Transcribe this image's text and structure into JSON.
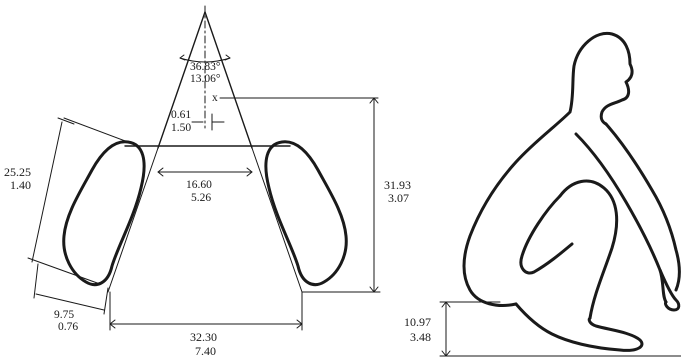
{
  "footprint_diagram": {
    "apex_angle": {
      "value": "36.83°",
      "sd": "13.06°"
    },
    "heel_offset": {
      "value": "0.61",
      "sd": "1.50"
    },
    "x_marker": "x",
    "heel_separation": {
      "value": "16.60",
      "sd": "5.26"
    },
    "foot_length": {
      "value": "25.25",
      "sd": "1.40"
    },
    "overall_length": {
      "value": "31.93",
      "sd": "3.07"
    },
    "foot_width": {
      "value": "9.75",
      "sd": "0.76"
    },
    "toe_separation": {
      "value": "32.30",
      "sd": "7.40"
    }
  },
  "squat_figure": {
    "buttock_height": {
      "value": "10.97",
      "sd": "3.48"
    }
  },
  "colors": {
    "ink": "#1a1a1a",
    "background": "#ffffff"
  }
}
